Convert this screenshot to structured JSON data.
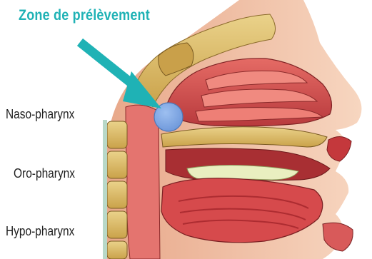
{
  "diagram": {
    "title": "Zone de prélèvement",
    "labels": {
      "naso": "Naso-pharynx",
      "oro": "Oro-pharynx",
      "hypo": "Hypo-pharynx"
    },
    "colors": {
      "accent": "#1fb2b5",
      "sample_zone": "#7aa7e6",
      "tissue": "#d8524f",
      "bone": "#d6b45a",
      "skin": "#f2c2a4"
    },
    "icons": {
      "pointer": "arrow-icon",
      "marker": "sample-zone-marker"
    }
  }
}
